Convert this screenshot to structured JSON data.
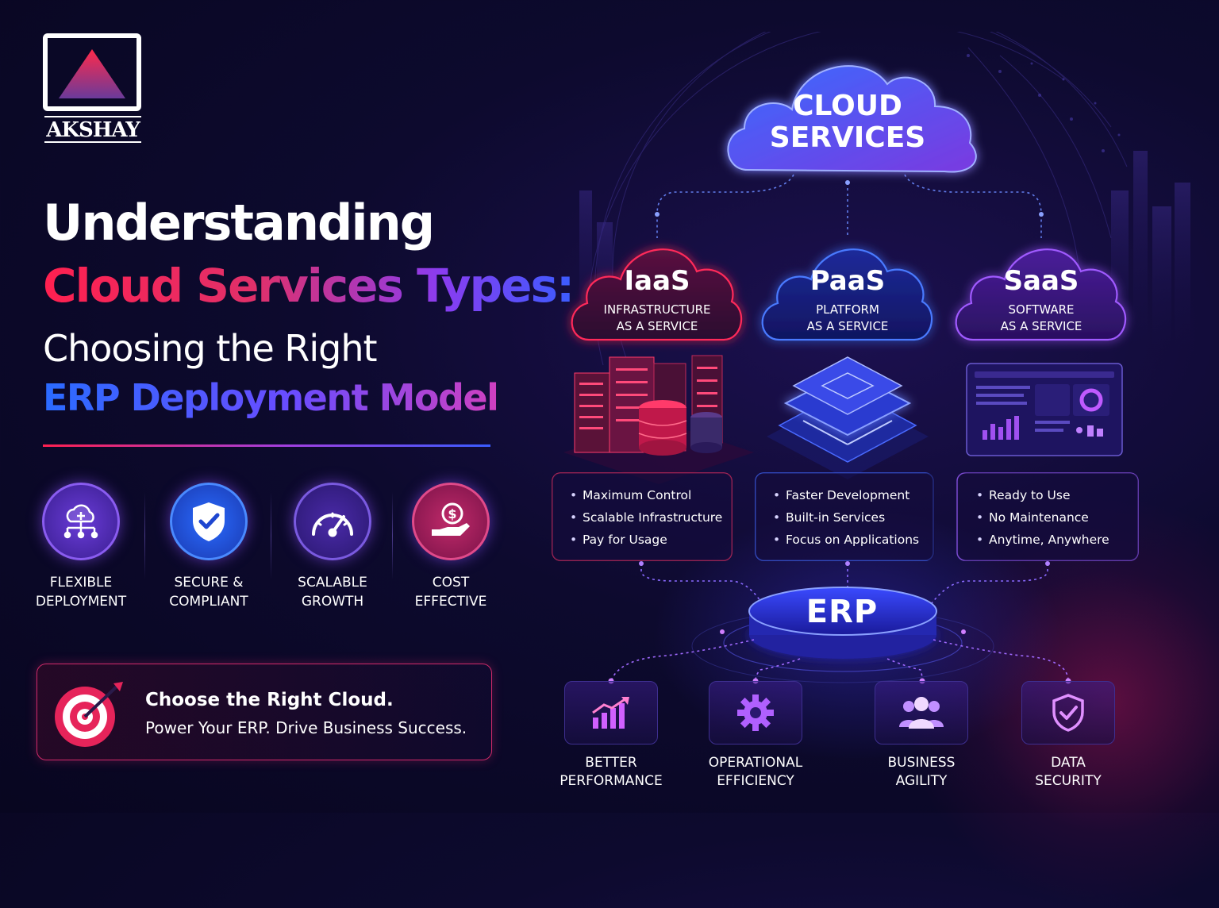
{
  "brand": {
    "name": "AKSHAY"
  },
  "headline": {
    "line1": "Understanding",
    "line2": "Cloud Services Types:",
    "line3": "Choosing the Right",
    "line4": "ERP Deployment Model"
  },
  "features": [
    {
      "icon": "cloud-network-icon",
      "line1": "FLEXIBLE",
      "line2": "DEPLOYMENT"
    },
    {
      "icon": "shield-check-icon",
      "line1": "SECURE &",
      "line2": "COMPLIANT"
    },
    {
      "icon": "speedometer-icon",
      "line1": "SCALABLE",
      "line2": "GROWTH"
    },
    {
      "icon": "hand-coin-icon",
      "line1": "COST",
      "line2": "EFFECTIVE"
    }
  ],
  "cta": {
    "icon": "target-icon",
    "title": "Choose the Right Cloud.",
    "subtitle": "Power Your ERP. Drive Business Success."
  },
  "cloud": {
    "line1": "CLOUD",
    "line2": "SERVICES"
  },
  "services": [
    {
      "name": "IaaS",
      "sub1": "INFRASTRUCTURE",
      "sub2": "AS A SERVICE",
      "color": "#e8285a",
      "benefits": [
        "Maximum Control",
        "Scalable Infrastructure",
        "Pay for Usage"
      ]
    },
    {
      "name": "PaaS",
      "sub1": "PLATFORM",
      "sub2": "AS A SERVICE",
      "color": "#4a6bff",
      "benefits": [
        "Faster Development",
        "Built-in Services",
        "Focus on Applications"
      ]
    },
    {
      "name": "SaaS",
      "sub1": "SOFTWARE",
      "sub2": "AS A SERVICE",
      "color": "#9b4cf0",
      "benefits": [
        "Ready to Use",
        "No Maintenance",
        "Anytime, Anywhere"
      ]
    }
  ],
  "erp": {
    "label": "ERP"
  },
  "outcomes": [
    {
      "icon": "bar-chart-up-icon",
      "line1": "BETTER",
      "line2": "PERFORMANCE"
    },
    {
      "icon": "gear-icon",
      "line1": "OPERATIONAL",
      "line2": "EFFICIENCY"
    },
    {
      "icon": "team-icon",
      "line1": "BUSINESS",
      "line2": "AGILITY"
    },
    {
      "icon": "shield-check-icon",
      "line1": "DATA",
      "line2": "SECURITY"
    }
  ],
  "colors": {
    "accent_red": "#e8285a",
    "accent_blue": "#3b5cff",
    "accent_purple": "#8a3cf0",
    "background": "#0d0a2e"
  }
}
